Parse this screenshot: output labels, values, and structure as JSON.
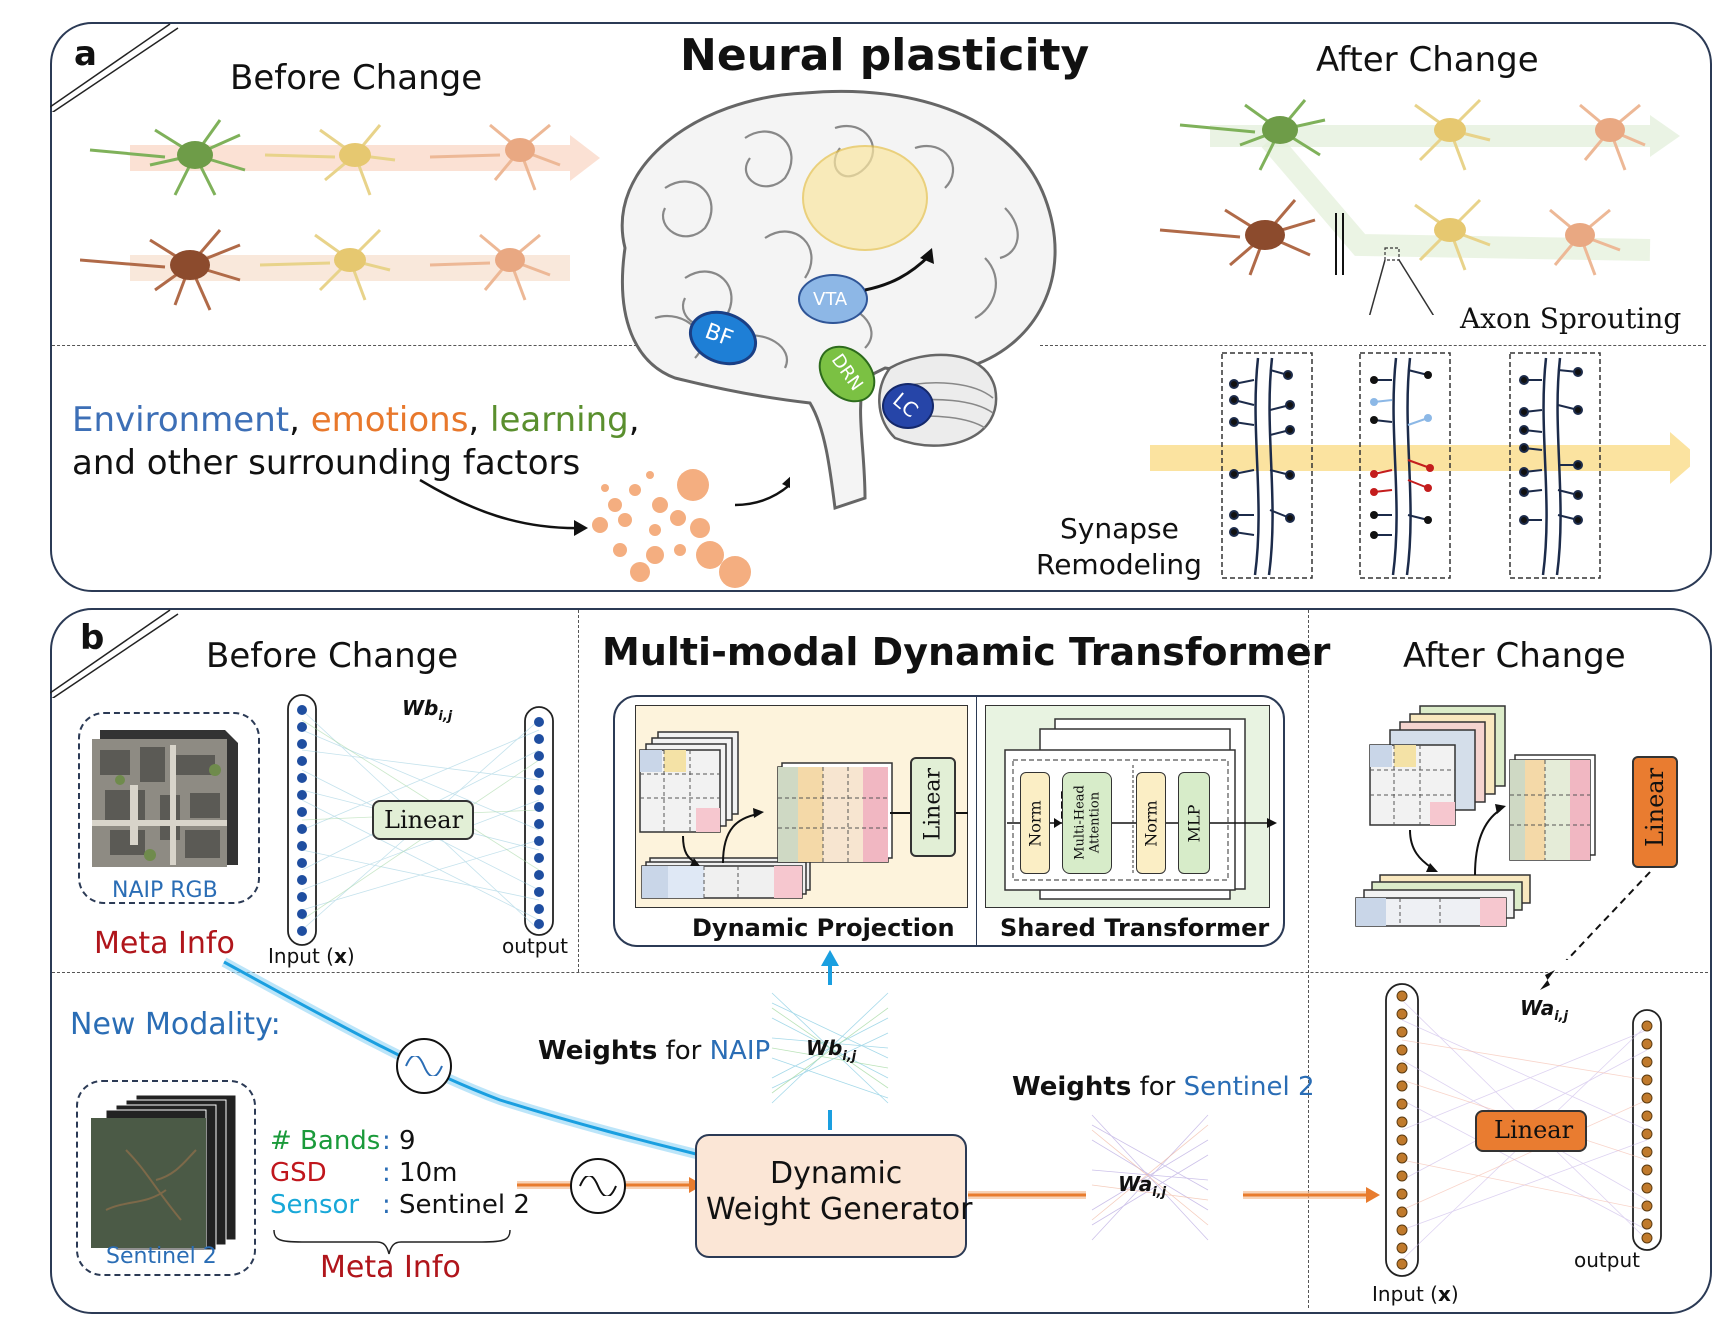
{
  "panel_a": {
    "letter": "a",
    "title": "Neural plasticity",
    "before_change": "Before Change",
    "after_change": "After Change",
    "axon_sprouting": "Axon Sprouting",
    "synapse_remodeling_1": "Synapse",
    "synapse_remodeling_2": "Remodeling",
    "factors": {
      "environment": "Environment",
      "comma1": ",",
      "emotions": "emotions",
      "comma2": ",",
      "learning": "learning",
      "comma3": ",",
      "line2": "and other surrounding factors"
    },
    "brain_regions": {
      "bf": "BF",
      "vta": "VTA",
      "drn": "DRN",
      "lc": "LC"
    }
  },
  "panel_b": {
    "letter": "b",
    "title": "Multi-modal Dynamic Transformer",
    "before_change": "Before Change",
    "after_change": "After Change",
    "naip_rgb": "NAIP RGB",
    "meta_info_top": "Meta Info",
    "input_label_before": "Input (",
    "input_x": "x",
    "input_close": ")",
    "output_before": "output",
    "linear_before": "Linear",
    "wb": "Wb",
    "wb_sub": "i,j",
    "wa": "Wa",
    "wa_sub": "i,j",
    "dynamic_projection": "Dynamic Projection",
    "shared_transformer": "Shared Transformer",
    "linear_proj": "Linear",
    "norm1": "Norm",
    "mha_1": "Multi-Head",
    "mha_2": "Attention",
    "norm2": "Norm",
    "mlp": "MLP",
    "new_modality": "New Modality:",
    "weights_naip_bold": "Weights",
    "weights_naip_for": " for ",
    "weights_naip_name": "NAIP",
    "weights_s2_bold": "Weights",
    "weights_s2_for": " for ",
    "weights_s2_name": "Sentinel 2",
    "generator_1": "Dynamic",
    "generator_2": "Weight Generator",
    "sentinel2": "Sentinel 2",
    "meta": [
      {
        "key": "# Bands",
        "sep": ":",
        "value": "9",
        "color": "#1a9a3a"
      },
      {
        "key": "GSD",
        "sep": ":",
        "value": "10m",
        "color": "#c0161c"
      },
      {
        "key": "Sensor",
        "sep": ":",
        "value": "Sentinel 2",
        "color": "#18a8d8"
      }
    ],
    "meta_info_bottom": "Meta Info",
    "linear_after_rot": "Linear",
    "linear_after": "Linear",
    "input_label_after": "Input (",
    "output_after": "output"
  },
  "colors": {
    "border": "#2b3a55",
    "meta_red": "#b0151b",
    "blue_text": "#2a6db5",
    "orange": "#e87c2e",
    "env_blue": "#3d6fb6",
    "emo_orange": "#e8782c",
    "learn_green": "#5a8f2e"
  }
}
